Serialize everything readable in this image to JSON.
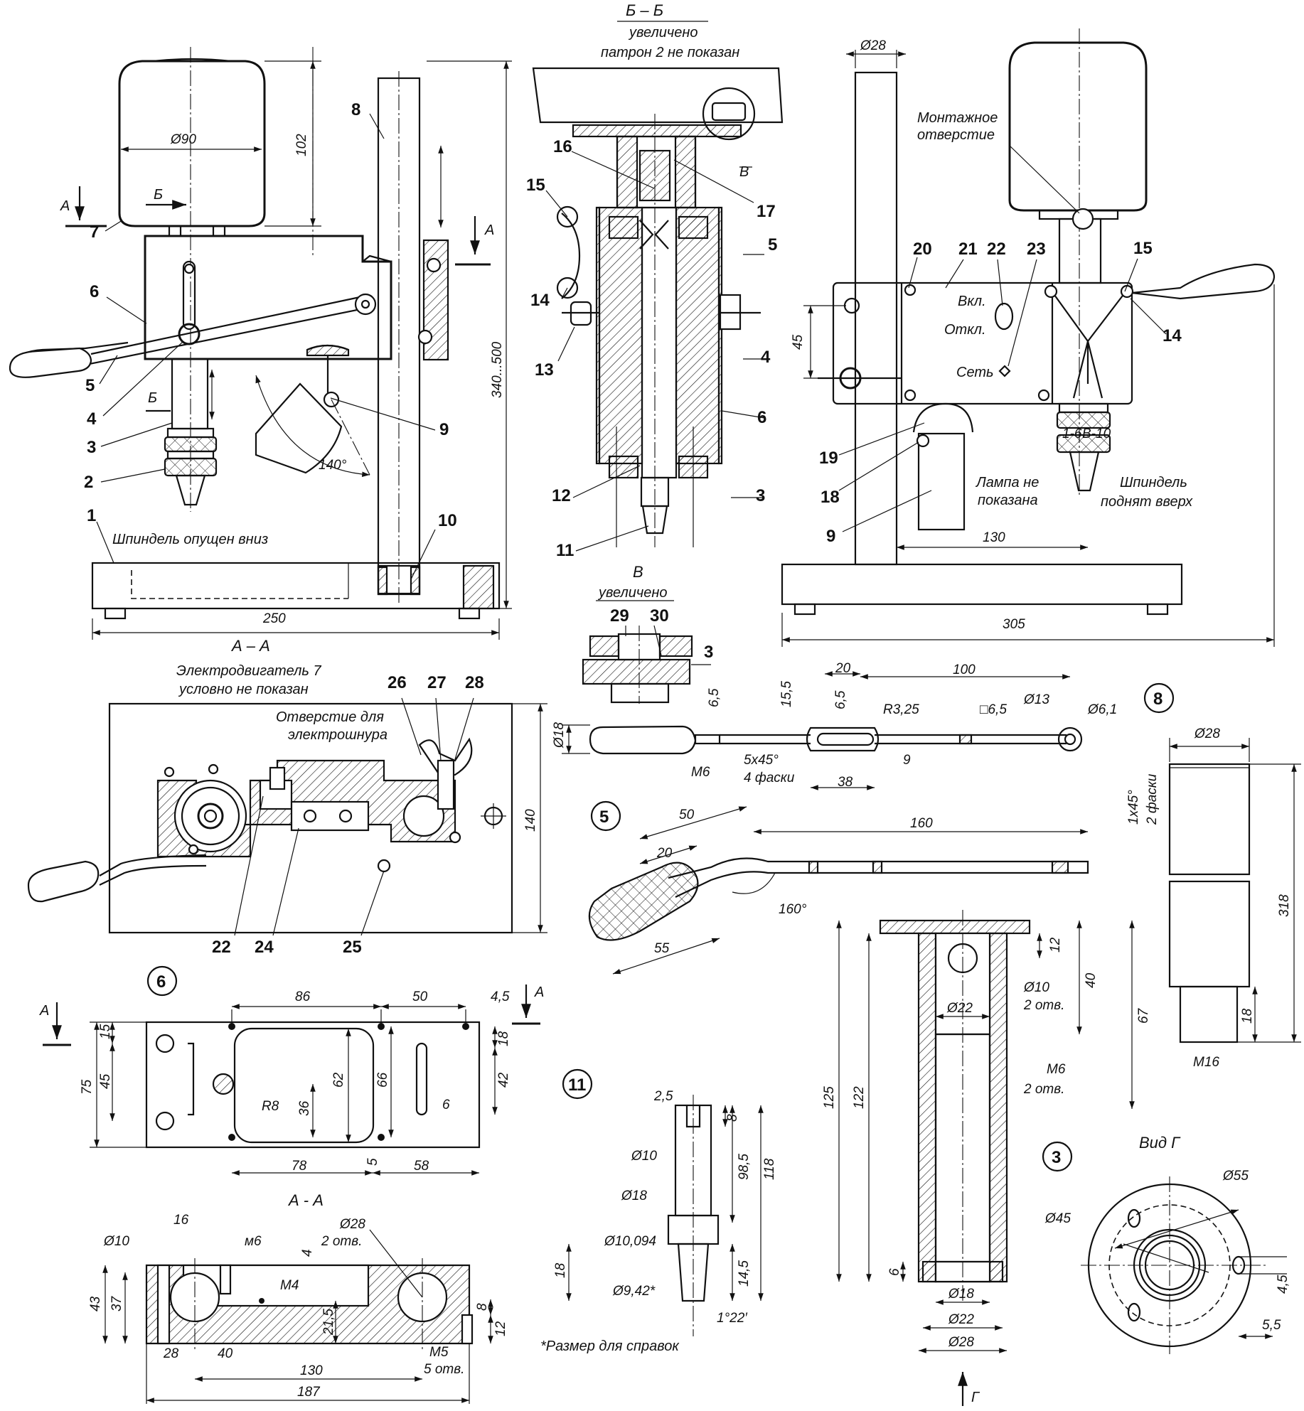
{
  "views": {
    "bb": {
      "title": "Б – Б",
      "sub1": "увеличено",
      "sub2": "патрон 2 не показан"
    },
    "v": {
      "title": "В",
      "sub": "увеличено"
    },
    "aa_top": {
      "title": "А – А",
      "sub1": "Электродвигатель 7",
      "sub2": "условно не показан",
      "note": "Отверстие для",
      "note2": "электрошнура"
    },
    "aa_bottom": {
      "title": "А - А"
    },
    "vid_g": {
      "title": "Вид Г"
    },
    "footnote": "*Размер для справок"
  },
  "labels": {
    "spindle_down": "Шпиндель опущен вниз",
    "spindle_up1": "Шпиндель",
    "spindle_up2": "поднят вверх",
    "mount1": "Монтажное",
    "mount2": "отверстие",
    "lamp1": "Лампа не",
    "lamp2": "показана",
    "on": "Вкл.",
    "off": "Откл.",
    "net": "Сеть",
    "chuck_a": "1-6",
    "chuck_b": "В-10",
    "sec_a": "А",
    "sec_b": "Б",
    "sec_v": "В",
    "sec_g": "Г"
  },
  "parts": {
    "p1": "1",
    "p2": "2",
    "p3": "3",
    "p4": "4",
    "p5": "5",
    "p6": "6",
    "p7": "7",
    "p8": "8",
    "p9": "9",
    "p10": "10",
    "p11": "11",
    "p12": "12",
    "p13": "13",
    "p14": "14",
    "p15": "15",
    "p16": "16",
    "p17": "17",
    "p18": "18",
    "p19": "19",
    "p20": "20",
    "p21": "21",
    "p22": "22",
    "p23": "23",
    "p24": "24",
    "p25": "25",
    "p26": "26",
    "p27": "27",
    "p28": "28",
    "p29": "29",
    "p30": "30"
  },
  "detail_ids": {
    "d8": "8",
    "d5": "5",
    "d6": "6",
    "d11": "11",
    "d3": "3"
  },
  "dims": {
    "front": {
      "d90": "Ø90",
      "h102": "102",
      "h340": "340...500",
      "w250": "250",
      "a140": "140°"
    },
    "side": {
      "d28": "Ø28",
      "h45": "45",
      "w130": "130",
      "w305": "305"
    },
    "aa": {
      "h140": "140"
    },
    "lever": {
      "d18": "Ø18",
      "m6": "М6",
      "s65a": "6,5",
      "s155": "15,5",
      "s65b": "6,5",
      "r325": "R3,25",
      "w20": "20",
      "w100": "100",
      "sq65": "□6,5",
      "d13": "Ø13",
      "d61": "Ø6,1",
      "ch": "5x45°",
      "ch2": "4 фаски",
      "w38": "38",
      "w9": "9"
    },
    "handle": {
      "w50": "50",
      "w20": "20",
      "w160": "160",
      "w55": "55",
      "a160": "160°"
    },
    "column": {
      "d28": "Ø28",
      "ch": "1x45°",
      "ch2": "2 фаски",
      "h318": "318",
      "h18": "18",
      "m16": "М16"
    },
    "spindle": {
      "w25": "2,5",
      "h8": "8",
      "d10": "Ø10",
      "h985": "98,5",
      "h118": "118",
      "d18": "Ø18",
      "d10094": "Ø10,094",
      "h18": "18",
      "h145": "14,5",
      "d942": "Ø9,42*",
      "a122": "1°22′"
    },
    "sleeve": {
      "h12": "12",
      "h40": "40",
      "h67": "67",
      "d10": "Ø10",
      "holes2": "2 отв.",
      "d22": "Ø22",
      "m6": "М6",
      "holes2b": "2 отв.",
      "h125": "125",
      "h122": "122",
      "h6": "6",
      "d18": "Ø18",
      "d22b": "Ø22",
      "d28": "Ø28"
    },
    "flange": {
      "d55": "Ø55",
      "d45": "Ø45",
      "w45": "4,5",
      "w55": "5,5"
    },
    "plate": {
      "w86": "86",
      "w50": "50",
      "w45": "4,5",
      "h15": "15",
      "h45": "45",
      "h75": "75",
      "h18": "18",
      "h42": "42",
      "h62": "62",
      "h66": "66",
      "h36": "36",
      "r8": "R8",
      "w6": "6",
      "w78": "78",
      "w5": "5",
      "w58": "58"
    },
    "plate_sec": {
      "d10": "Ø10",
      "w16": "16",
      "m6": "м6",
      "h4": "4",
      "d28": "Ø28",
      "holes2": "2 отв.",
      "m4": "М4",
      "h43": "43",
      "h37": "37",
      "h215": "21,5",
      "h8": "8",
      "h12": "12",
      "w28": "28",
      "w40": "40",
      "m5": "М5",
      "holes5": "5 отв.",
      "w130": "130",
      "w187": "187"
    }
  }
}
